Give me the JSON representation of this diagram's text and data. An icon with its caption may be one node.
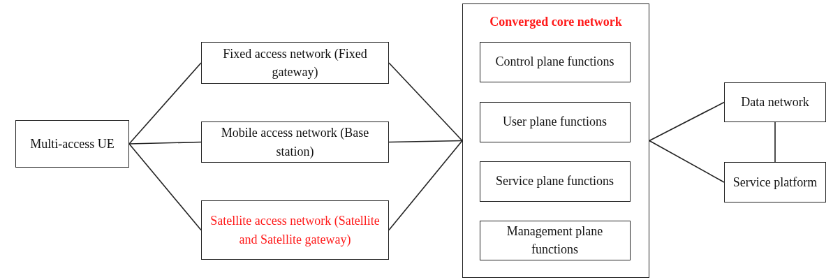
{
  "diagram": {
    "nodes": [
      {
        "text": [
          "Multi-access UE"
        ]
      },
      {
        "text": [
          "Fixed access network (Fixed gateway)"
        ]
      },
      {
        "text": [
          "Mobile access network (Base station)"
        ]
      },
      {
        "text": [
          "Satellite access network (Satellite and Satellite gateway)"
        ]
      },
      {
        "text": [
          "Converged core network"
        ]
      },
      {
        "text": [
          "Control plane functions"
        ],
        "in": 4
      },
      {
        "text": [
          "User plane functions"
        ],
        "in": 4
      },
      {
        "text": [
          "Service plane functions"
        ],
        "in": 4
      },
      {
        "text": [
          "Management plane functions"
        ],
        "in": 4
      },
      {
        "text": [
          "Data network"
        ]
      },
      {
        "text": [
          "Service platform"
        ]
      }
    ],
    "edges": [
      {
        "from": 0,
        "to": 1,
        "arrow": "none"
      },
      {
        "from": 0,
        "to": 2,
        "arrow": "none"
      },
      {
        "from": 0,
        "to": 3,
        "arrow": "none"
      },
      {
        "from": 1,
        "to": 4,
        "arrow": "none"
      },
      {
        "from": 2,
        "to": 4,
        "arrow": "none"
      },
      {
        "from": 3,
        "to": 4,
        "arrow": "none"
      },
      {
        "from": 4,
        "to": 9,
        "arrow": "none"
      },
      {
        "from": 4,
        "to": 10,
        "arrow": "none"
      },
      {
        "from": 9,
        "to": 10,
        "arrow": "none"
      }
    ]
  }
}
